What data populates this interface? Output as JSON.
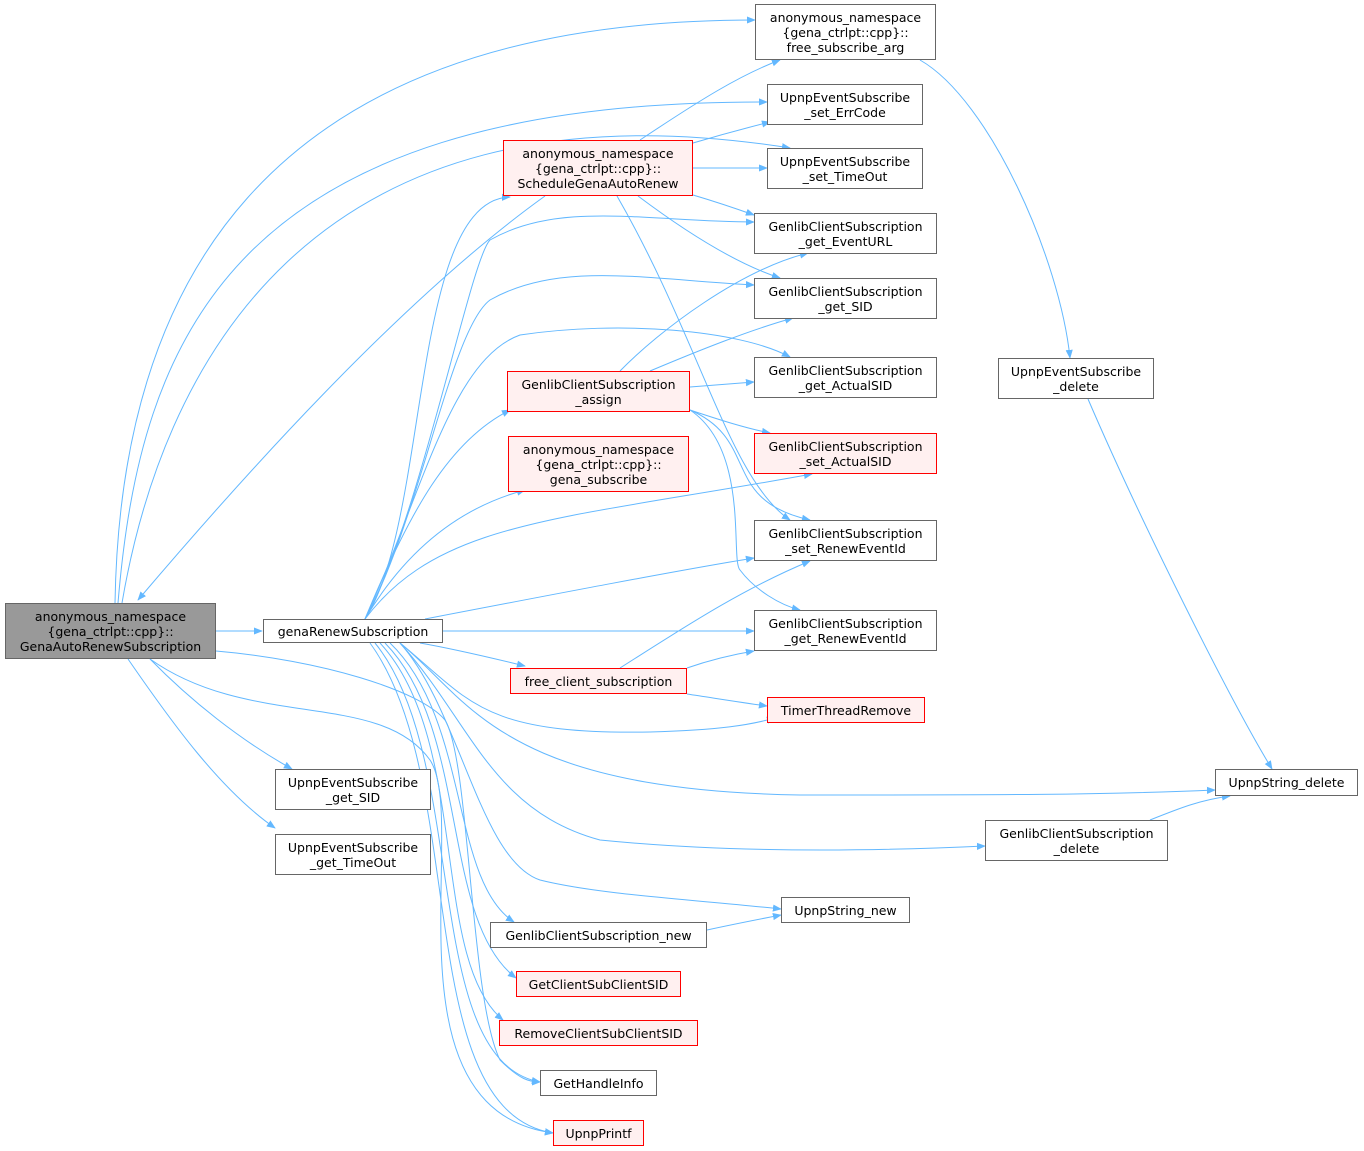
{
  "colors": {
    "edge": "#63b8ff",
    "node_border": "#666666",
    "node_border_incomplete": "#ff0000",
    "node_fill_incomplete": "#fff0f0",
    "root_fill": "#999999"
  },
  "nodes": {
    "root": "anonymous_namespace\n{gena_ctrlpt::cpp}::\nGenaAutoRenewSubscription",
    "gena_renew": "genaRenewSubscription",
    "ues_get_sid": "UpnpEventSubscribe\n_get_SID",
    "ues_get_timeout": "UpnpEventSubscribe\n_get_TimeOut",
    "free_subscribe_arg": "anonymous_namespace\n{gena_ctrlpt::cpp}::\nfree_subscribe_arg",
    "ues_set_errcode": "UpnpEventSubscribe\n_set_ErrCode",
    "schedule": "anonymous_namespace\n{gena_ctrlpt::cpp}::\nScheduleGenaAutoRenew",
    "ues_set_timeout": "UpnpEventSubscribe\n_set_TimeOut",
    "gcs_get_eventurl": "GenlibClientSubscription\n_get_EventURL",
    "gcs_get_sid": "GenlibClientSubscription\n_get_SID",
    "gcs_get_actualsid": "GenlibClientSubscription\n_get_ActualSID",
    "gcs_assign": "GenlibClientSubscription\n_assign",
    "ues_delete": "UpnpEventSubscribe\n_delete",
    "gena_subscribe": "anonymous_namespace\n{gena_ctrlpt::cpp}::\ngena_subscribe",
    "gcs_set_actualsid": "GenlibClientSubscription\n_set_ActualSID",
    "gcs_set_reneweventid": "GenlibClientSubscription\n_set_RenewEventId",
    "gcs_get_reneweventid": "GenlibClientSubscription\n_get_RenewEventId",
    "free_client_sub": "free_client_subscription",
    "timer_remove": "TimerThreadRemove",
    "upnpstring_delete": "UpnpString_delete",
    "gcs_delete": "GenlibClientSubscription\n_delete",
    "upnpstring_new": "UpnpString_new",
    "gcs_new": "GenlibClientSubscription_new",
    "get_client_sub": "GetClientSubClientSID",
    "remove_client_sub": "RemoveClientSubClientSID",
    "get_handle_info": "GetHandleInfo",
    "upnp_printf": "UpnpPrintf"
  }
}
